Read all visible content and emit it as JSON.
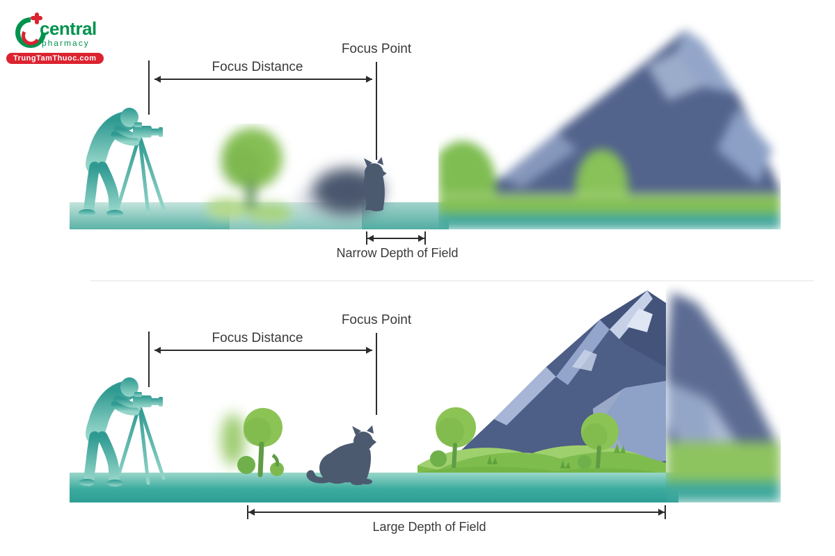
{
  "logo": {
    "brand": "central",
    "subbrand": "pharmacy",
    "badge": "TrungTamThuoc.com",
    "green": "#00934e",
    "red": "#dc2330"
  },
  "panels": [
    {
      "id": "narrow",
      "focus_point_label": "Focus Point",
      "focus_distance_label": "Focus Distance",
      "dof_label": "Narrow Depth of Field"
    },
    {
      "id": "large",
      "focus_point_label": "Focus Point",
      "focus_distance_label": "Focus Distance",
      "dof_label": "Large Depth of Field"
    }
  ],
  "colors": {
    "annotation_text": "#3a3a3a",
    "annotation_line": "#2c2c2c",
    "ground_teal": "#3cab9f",
    "photographer_teal": "#2f9a92",
    "cat_slate": "#4c5a70",
    "tree_green": "#8cc355",
    "hill_green": "#7fbc4e",
    "mountain_blue": "#4d5e87",
    "mountain_light": "#a7b6d6"
  }
}
